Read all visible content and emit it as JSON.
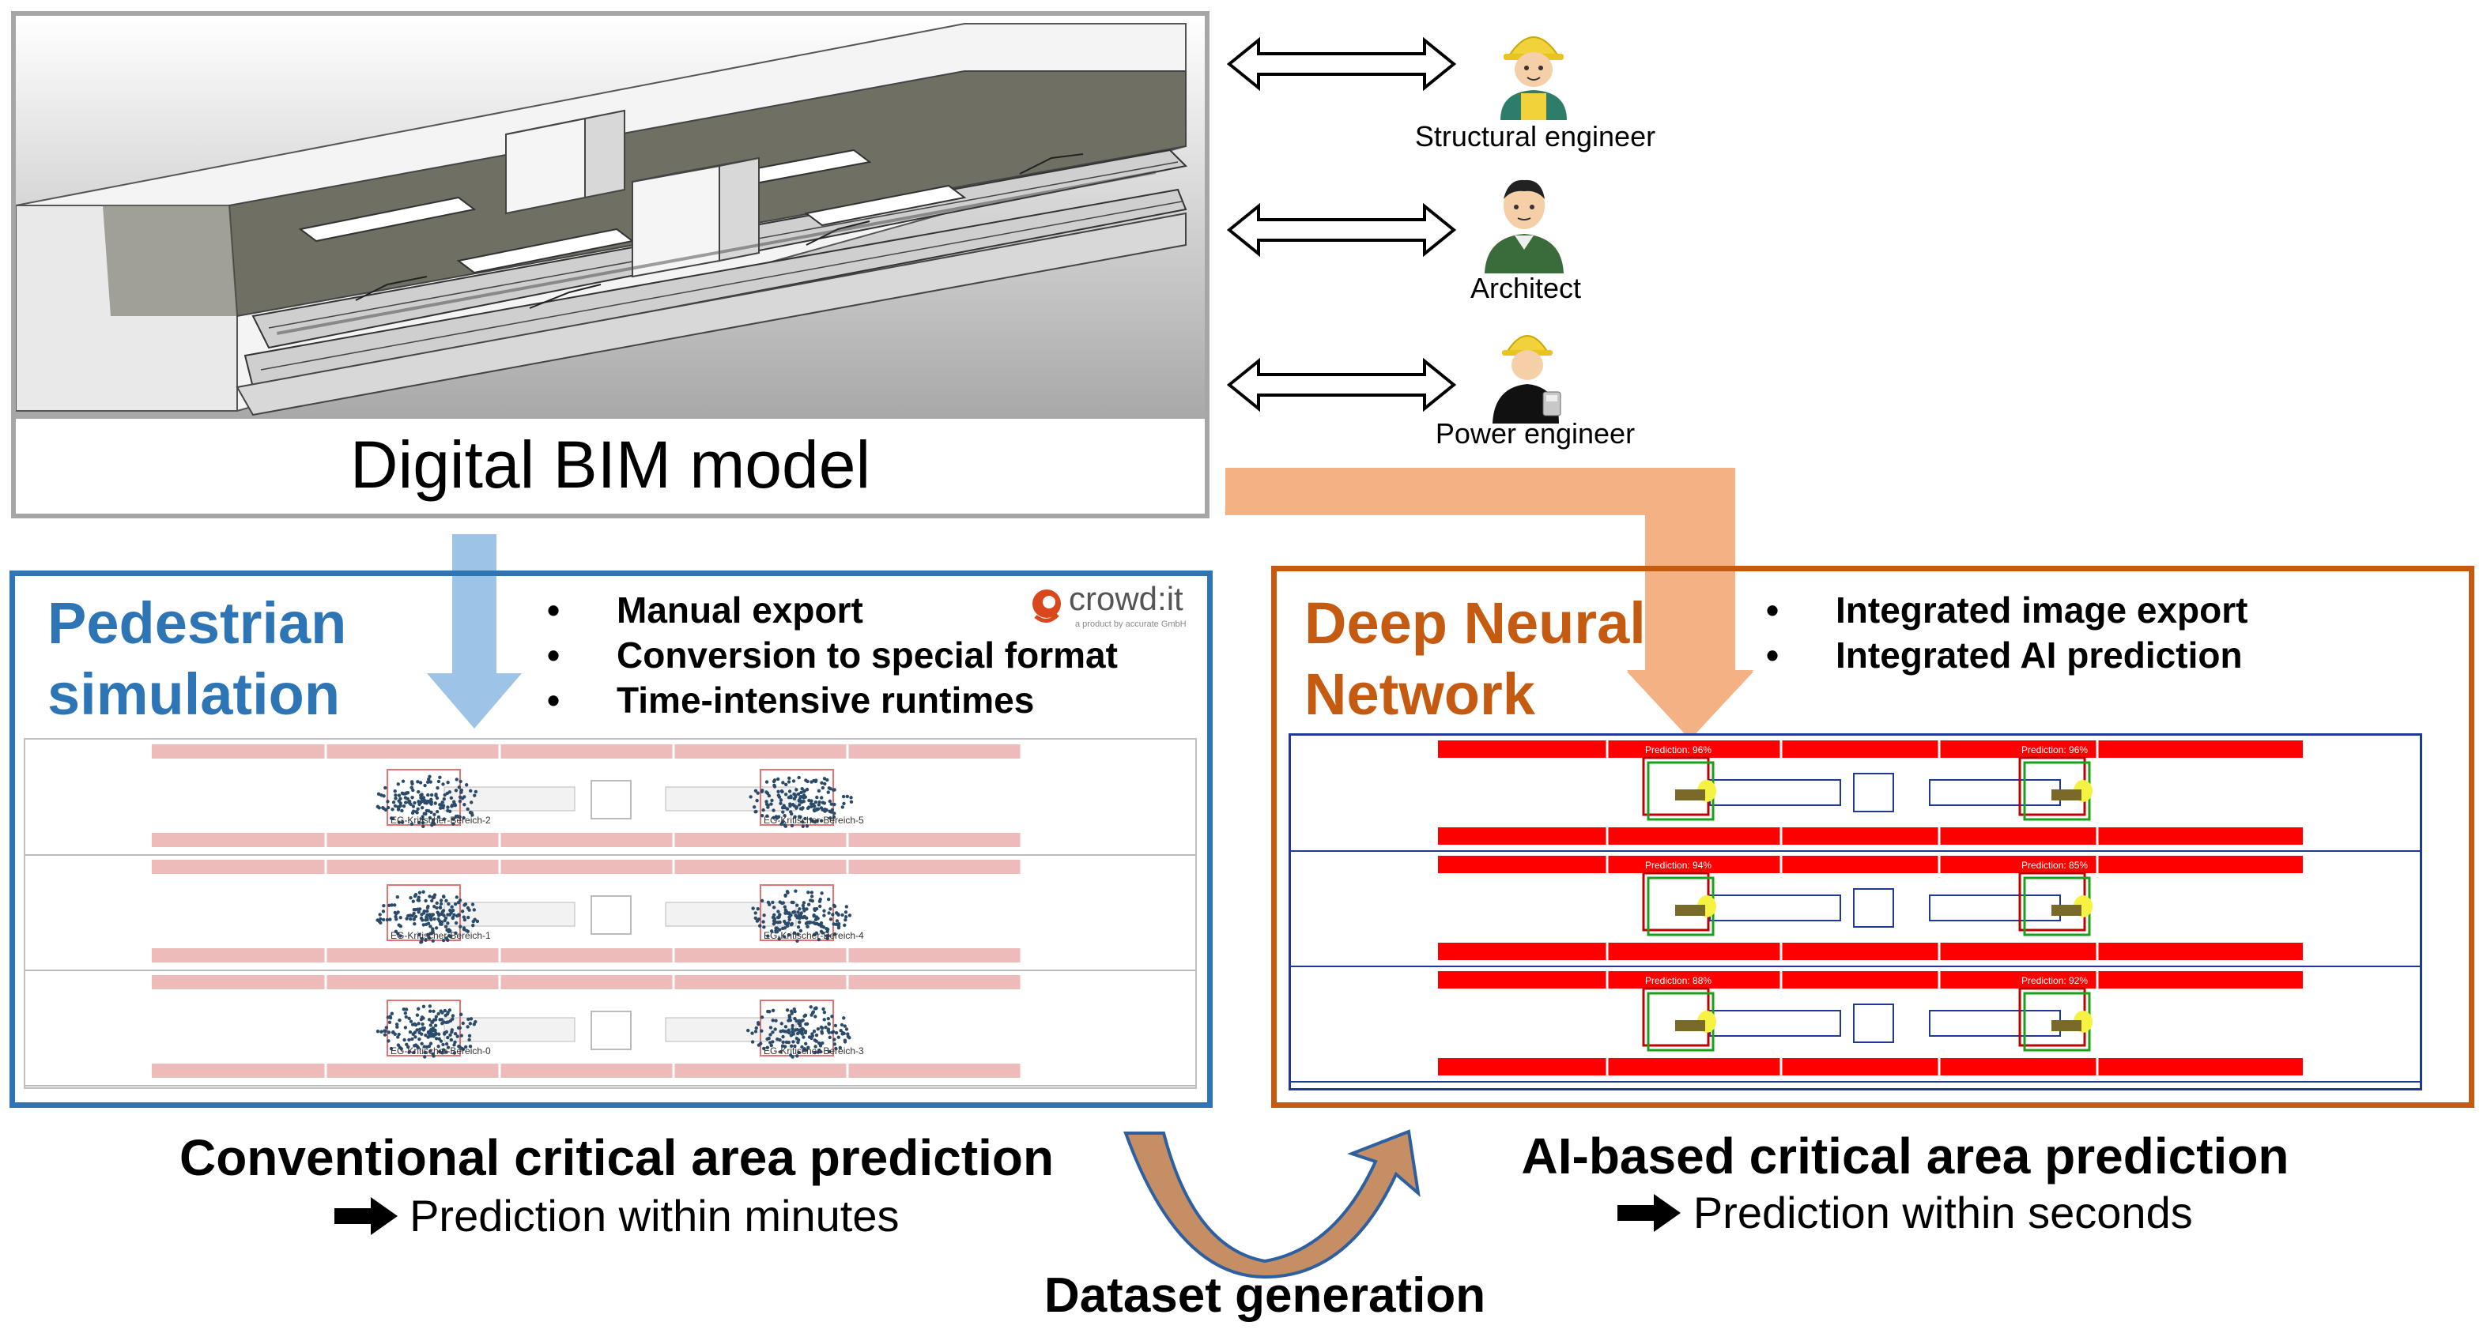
{
  "bim": {
    "title": "Digital BIM model"
  },
  "roles": [
    {
      "label": "Structural engineer",
      "icon": "structural-engineer-icon"
    },
    {
      "label": "Architect",
      "icon": "architect-icon"
    },
    {
      "label": "Power engineer",
      "icon": "power-engineer-icon"
    }
  ],
  "pedestrian": {
    "title_line1": "Pedestrian",
    "title_line2": "simulation",
    "bullets": [
      "Manual export",
      "Conversion to special format",
      "Time-intensive runtimes"
    ],
    "logo_text": "crowd:it",
    "logo_sub": "a product by accurate GmbH",
    "areas": [
      "EG-Kritischer-Bereich-2",
      "EG-Kritischer-Bereich-5",
      "EG-Kritischer-Bereich-1",
      "EG-Kritischer-Bereich-4",
      "EG-Kritischer-Bereich-0",
      "EG-Kritischer-Bereich-3"
    ],
    "caption_main": "Conventional critical area prediction",
    "caption_sub": "Prediction within minutes"
  },
  "dnn": {
    "title_line1": "Deep Neural",
    "title_line2": "Network",
    "bullets": [
      "Integrated image export",
      "Integrated AI prediction"
    ],
    "predictions": [
      "Prediction: 96%",
      "Prediction: 96%",
      "Prediction: 94%",
      "Prediction: 85%",
      "Prediction: 88%",
      "Prediction: 92%"
    ],
    "caption_main": "AI-based critical area prediction",
    "caption_sub": "Prediction within seconds"
  },
  "dataset": {
    "label": "Dataset generation"
  },
  "colors": {
    "blue": "#2e75b6",
    "orange": "#c55a11",
    "light_orange": "#f4b183",
    "light_blue": "#9dc3e6",
    "red": "#ff0000"
  }
}
